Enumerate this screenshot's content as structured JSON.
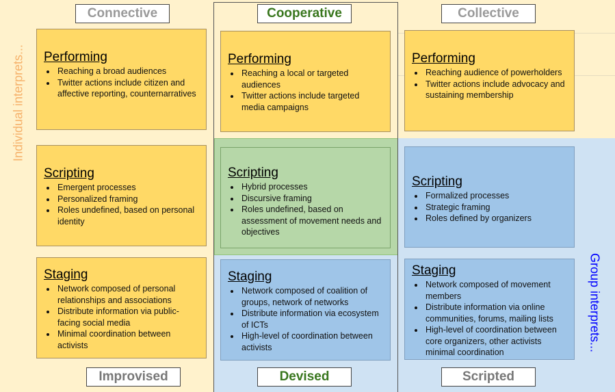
{
  "columns": {
    "top": [
      "Connective",
      "Cooperative",
      "Collective"
    ],
    "bottom": [
      "Improvised",
      "Devised",
      "Scripted"
    ]
  },
  "side_labels": {
    "left": "Individual interprets...",
    "right": "Group interprets..."
  },
  "colors": {
    "yellow": "#ffd966",
    "blue": "#9fc5e8",
    "green": "#b6d7a8",
    "orange": "#f6b26b",
    "group_blue": "#0000ff",
    "coop_green": "#38761d"
  },
  "cells": [
    [
      {
        "title": "Performing",
        "items": [
          "Reaching a broad audiences",
          "Twitter actions include citizen and affective reporting, counternarratives"
        ]
      },
      {
        "title": "Performing",
        "items": [
          "Reaching a local or targeted audiences",
          "Twitter actions include targeted media campaigns"
        ]
      },
      {
        "title": "Performing",
        "items": [
          "Reaching audience of powerholders",
          "Twitter actions include advocacy and sustaining membership"
        ]
      }
    ],
    [
      {
        "title": "Scripting",
        "items": [
          "Emergent processes",
          "Personalized framing",
          "Roles undefined, based on personal identity"
        ]
      },
      {
        "title": "Scripting",
        "items": [
          "Hybrid processes",
          "Discursive framing",
          "Roles undefined, based on assessment of movement needs and objectives"
        ]
      },
      {
        "title": "Scripting",
        "items": [
          "Formalized processes",
          "Strategic framing",
          "Roles defined by organizers"
        ]
      }
    ],
    [
      {
        "title": "Staging",
        "items": [
          "Network composed of personal relationships and associations",
          "Distribute information via public-facing social media",
          "Minimal coordination between activists"
        ]
      },
      {
        "title": "Staging",
        "items": [
          "Network composed of coalition of groups, network of networks",
          "Distribute information via ecosystem of ICTs",
          "High-level of coordination between activists"
        ]
      },
      {
        "title": "Staging",
        "items": [
          "Network composed of movement members",
          "Distribute information via online communities, forums, mailing lists",
          "High-level of coordination between core organizers, other activists minimal coordination"
        ]
      }
    ]
  ]
}
